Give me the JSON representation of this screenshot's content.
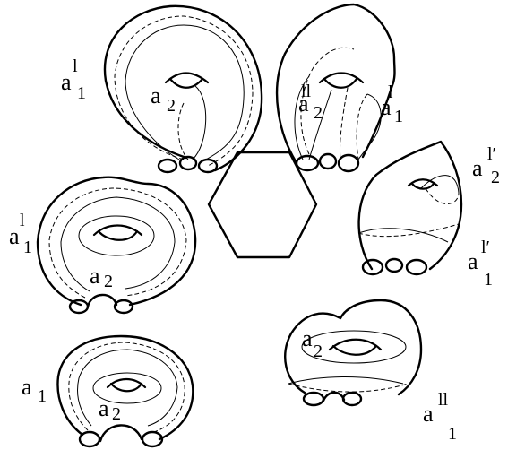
{
  "figure": {
    "hexagon": "central-hexagon",
    "labels": {
      "top_left_a1p": {
        "base": "a",
        "prime": "l",
        "sub": "1"
      },
      "top_left_a2": {
        "base": "a",
        "sub": "2"
      },
      "top_right_a2pp": {
        "base": "a",
        "prime": "ll",
        "sub": "2"
      },
      "top_right_a1p": {
        "base": "a",
        "prime": "l",
        "sub": "1"
      },
      "right_a2ppp": {
        "base": "a",
        "prime": "l′",
        "sub": "2"
      },
      "right_a1pp": {
        "base": "a",
        "prime": "l′",
        "sub": "1"
      },
      "mid_left_a1p": {
        "base": "a",
        "prime": "l",
        "sub": "1"
      },
      "mid_left_a2": {
        "base": "a",
        "sub": "2"
      },
      "bottom_left_a1": {
        "base": "a",
        "sub": "1"
      },
      "bottom_left_a2": {
        "base": "a",
        "sub": "2"
      },
      "bottom_right_a2": {
        "base": "a",
        "sub": "2"
      },
      "bottom_right_a1pp": {
        "base": "a",
        "prime": "ll",
        "sub": "1"
      }
    }
  }
}
